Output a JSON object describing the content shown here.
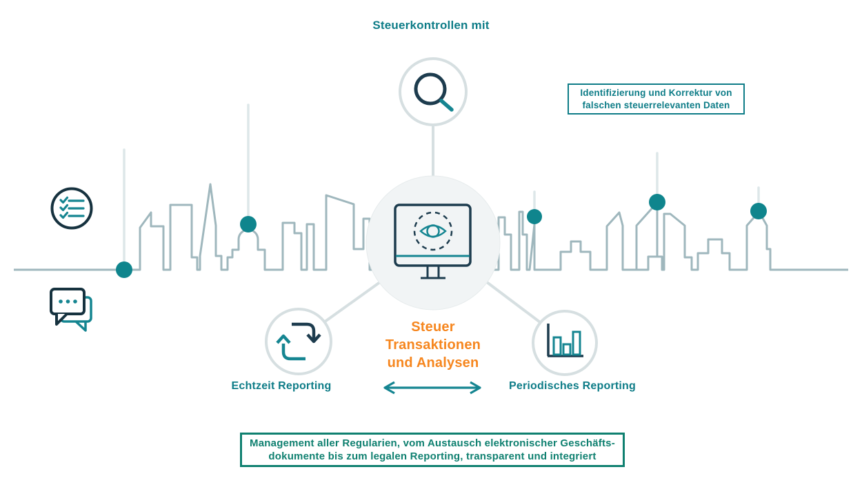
{
  "title": "Steuerkontrollen mit",
  "callout_identification": {
    "line1": "Identifizierung und Korrektur von",
    "line2": "falschen steuerrelevanten Daten"
  },
  "callout_management": {
    "line1": "Management aller Regularien, vom Austausch elektronischer Geschäfts-",
    "line2": "dokumente bis zum legalen Reporting, transparent und integriert"
  },
  "center_label": {
    "line1": "Steuer",
    "line2": "Transaktionen",
    "line3": "und Analysen"
  },
  "labels": {
    "realtime": "Echtzeit Reporting",
    "periodic": "Periodisches Reporting"
  },
  "icons": {
    "top_node": "magnifier-icon",
    "center_node": "monitor-eye-icon",
    "realtime_node": "sync-arrows-icon",
    "periodic_node": "bar-chart-icon",
    "left_top": "checklist-icon",
    "left_bottom": "chat-bubbles-icon"
  },
  "colors": {
    "teal_text": "#0d7c87",
    "green_text": "#0f8070",
    "orange_text": "#f6861e",
    "navy_icon": "#1d3c4e",
    "teal_icon": "#158591",
    "city_dot": "#0f858d",
    "skyline": "#9fb7bd",
    "node_ring": "#d6dfe1",
    "antenna": "#dde7e9",
    "center_fill": "#f1f4f5"
  }
}
